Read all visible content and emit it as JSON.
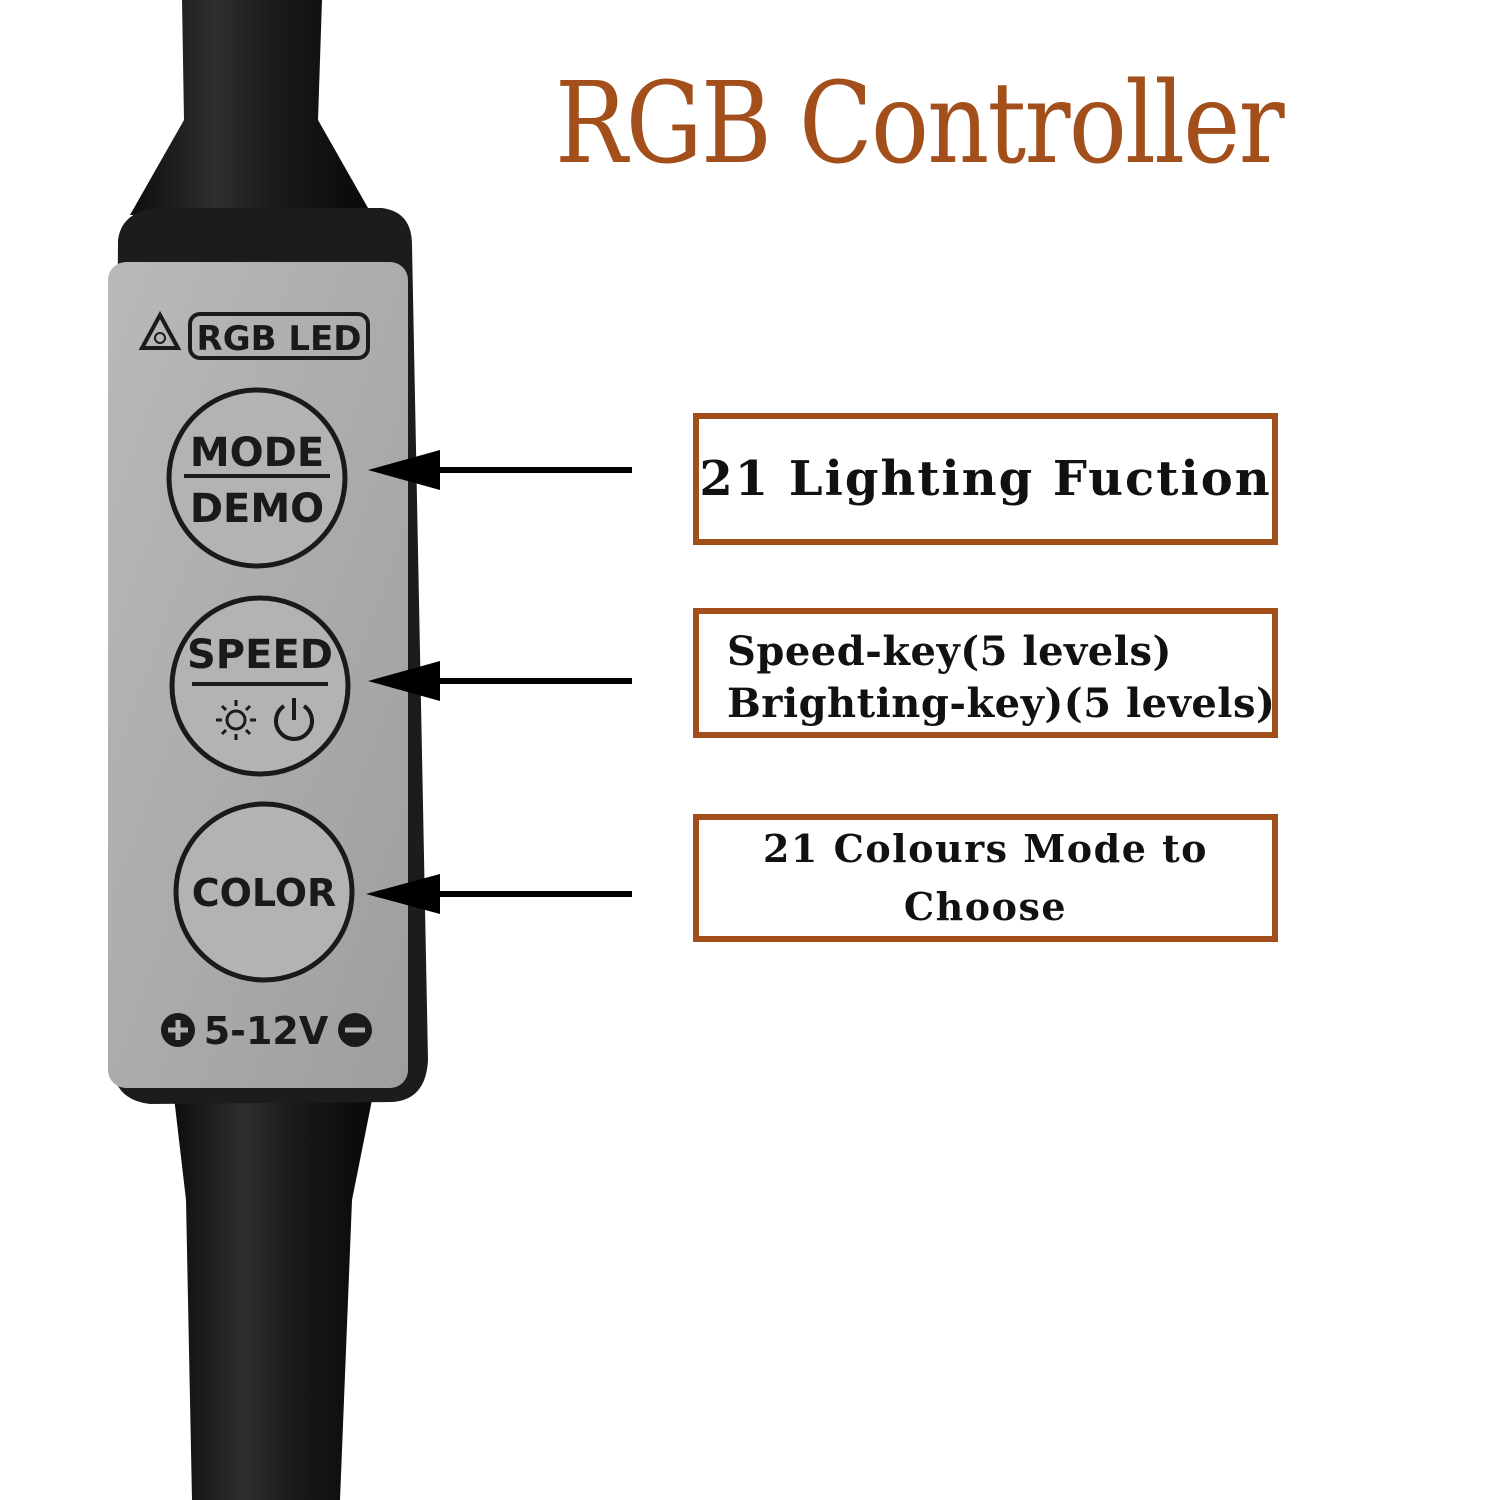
{
  "title": "RGB Controller",
  "controller": {
    "logo_text": "RGB LED",
    "buttons": {
      "mode": {
        "top": "MODE",
        "bottom": "DEMO"
      },
      "speed": {
        "top": "SPEED"
      },
      "color": {
        "label": "COLOR"
      }
    },
    "voltage": "5-12V"
  },
  "callouts": {
    "lighting": "21 Lighting Fuction",
    "speed_line1": "Speed-key(5 levels)",
    "speed_line2": "Brighting-key)(5 levels)",
    "color_line1": "21 Colours Mode to",
    "color_line2": "Choose"
  },
  "colors": {
    "accent": "#a34f1b",
    "device_body": "#1c1c1c",
    "panel": "#aeaeae",
    "ink": "#111111"
  },
  "icons": [
    "warning-triangle-icon",
    "sun-icon",
    "power-icon",
    "plus-icon",
    "minus-icon",
    "arrow-left-icon"
  ]
}
